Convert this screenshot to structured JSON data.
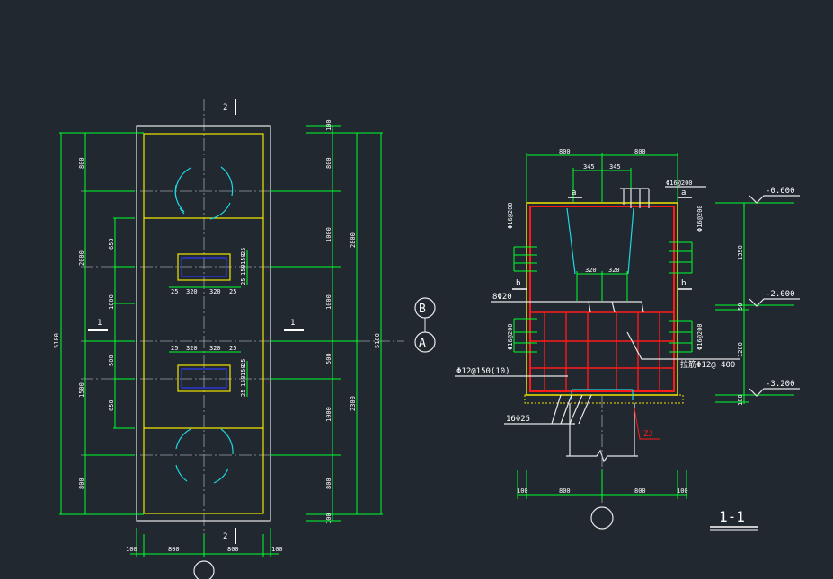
{
  "plan": {
    "section_marks": {
      "top": "2",
      "bottom": "2",
      "left": "1",
      "right": "1"
    },
    "grid_bubbles": {
      "upper": "B",
      "lower": "A"
    },
    "left_total": "5100",
    "left_chain1": [
      "800",
      "2000",
      "1500",
      "800"
    ],
    "left_chain2": [
      "650",
      "1000",
      "500",
      "650"
    ],
    "right_chain1": [
      "100",
      "800",
      "1000",
      "1000",
      "500",
      "1000",
      "800",
      "100"
    ],
    "right_chain2": [
      "2800",
      "2300"
    ],
    "right_total": "5100",
    "bottom_dims": [
      "100",
      "800",
      "800",
      "100"
    ],
    "opening_dims": [
      "25",
      "320",
      "320",
      "25"
    ],
    "opening_v_dims": [
      "25",
      "150",
      "150",
      "25"
    ]
  },
  "section": {
    "title": "1-1",
    "top_dims": [
      "800",
      "800"
    ],
    "top_dims2": [
      "345",
      "345"
    ],
    "inner_dims": [
      "320",
      "320"
    ],
    "bottom_dims": [
      "100",
      "800",
      "800",
      "100"
    ],
    "cut_mark": "a",
    "cut_mark2": "b",
    "rebar_top_right": "Φ16@200",
    "rebar_left_upper": "Φ16@200",
    "rebar_right_upper": "Φ16@200",
    "rebar_left_lower": "Φ16@200",
    "rebar_right_lower": "Φ16@200",
    "rebar_8": "8Φ20",
    "rebar_stirrup": "Φ12@150(10)",
    "rebar_tie": "拉筋Φ12@ 400",
    "rebar_bottom": "16Φ25",
    "pile_label": "ZJ",
    "elevations": [
      "-0.600",
      "-2.000",
      "-3.200"
    ],
    "elev_dims": [
      "1350",
      "50",
      "1200",
      "100"
    ]
  },
  "colors": {
    "background": "#212830",
    "dimension": "#00ff2a",
    "outline": "#e8e8e8",
    "inner": "#f2e600",
    "pipe": "#1fd6e0",
    "rebar": "#ff1a1a"
  }
}
